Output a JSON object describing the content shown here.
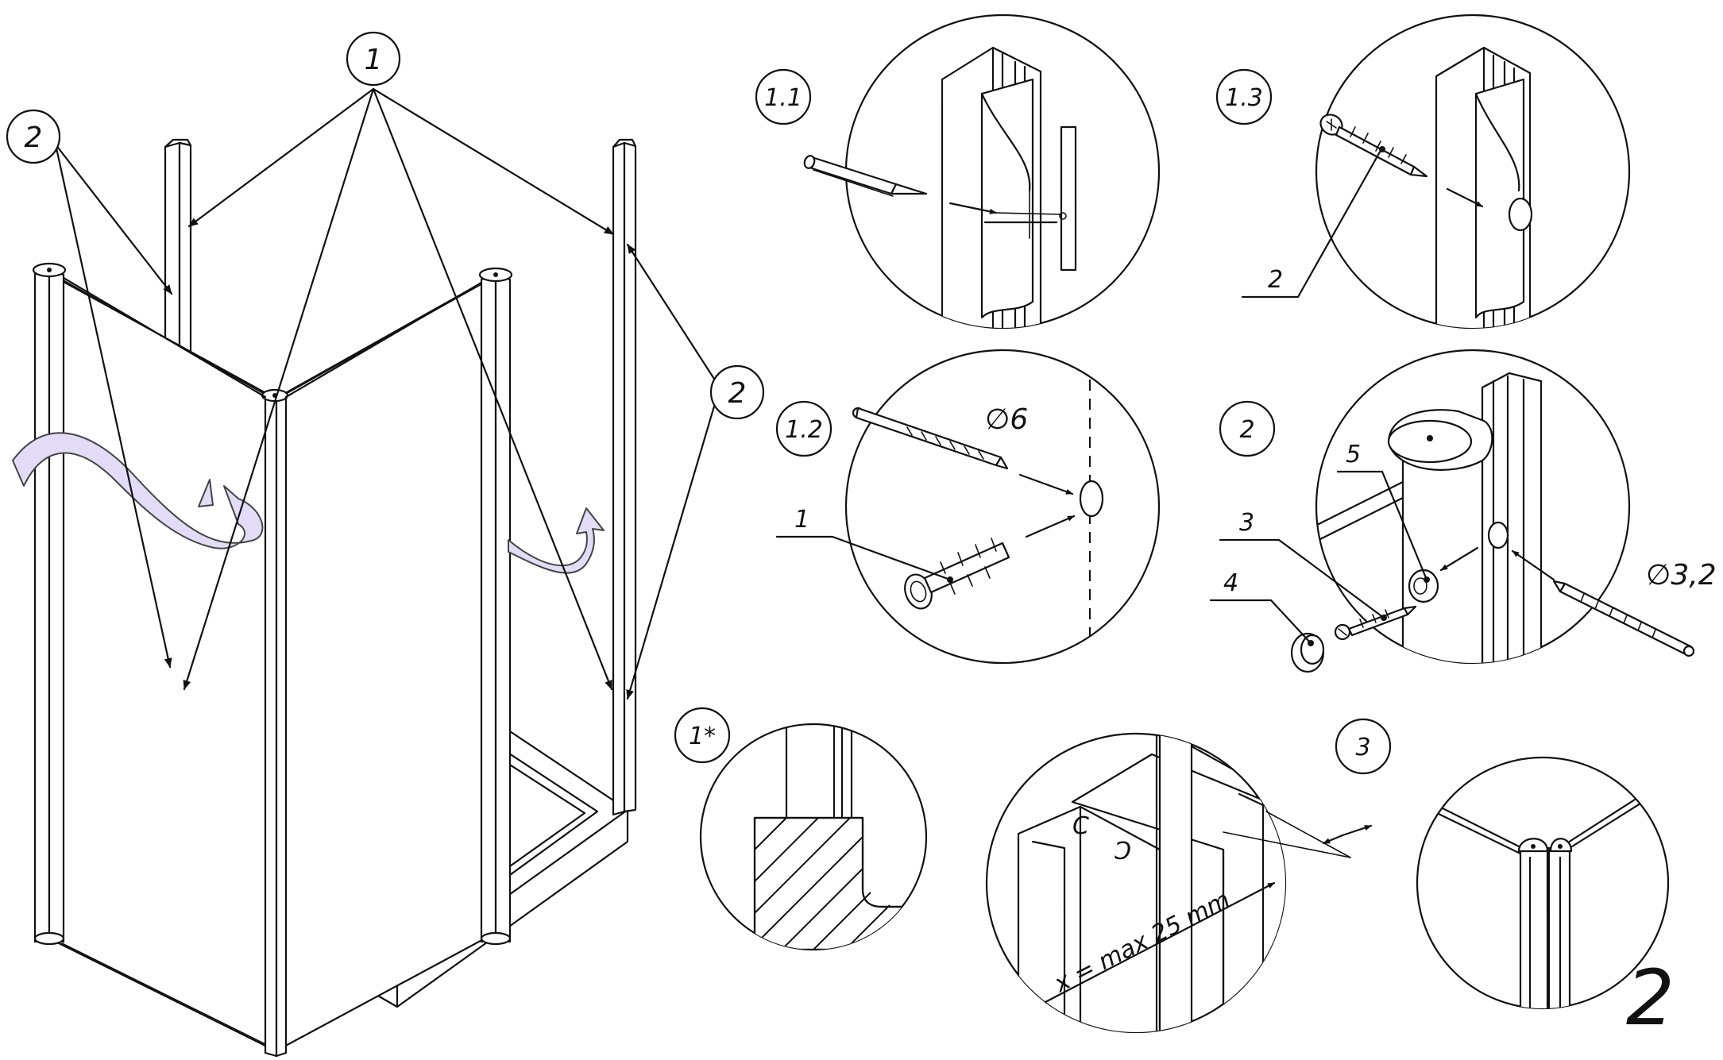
{
  "sheet": {
    "page_number": "2"
  },
  "callouts": {
    "main_profile": "1",
    "main_seal_left": "2",
    "main_seal_right": "2"
  },
  "details": {
    "d11": {
      "id": "1.1"
    },
    "d13": {
      "id": "1.3",
      "screw_label": "2"
    },
    "d12": {
      "id": "1.2",
      "drill_diameter": "∅6",
      "dowel_label": "1"
    },
    "d2": {
      "id": "2",
      "label_5": "5",
      "label_3": "3",
      "label_4": "4",
      "drill_diameter": "∅3,2"
    },
    "d1star": {
      "id": "1*"
    },
    "d3": {
      "id": "3",
      "dimension": "x = max 25 mm"
    }
  },
  "colors": {
    "line": "#111111",
    "rotation_arrow_fill": "#e2dcf6",
    "background": "#ffffff"
  },
  "icons": {
    "rotation_arrow": "curved-rotate-arrow",
    "pencil": "pencil-icon",
    "screw": "screw-icon",
    "dowel": "wall-plug-icon",
    "drill": "drill-bit-icon"
  }
}
